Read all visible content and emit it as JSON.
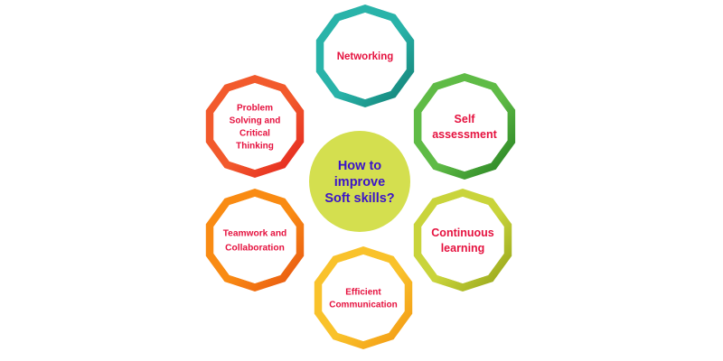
{
  "center": {
    "lines": [
      "How to",
      "improve",
      "Soft skills?"
    ],
    "fill": "#d4df4f",
    "text_color": "#3a13c9"
  },
  "nodes": [
    {
      "id": "networking",
      "lines": [
        "Networking"
      ],
      "colors": [
        "#29b3a9",
        "#0f7a6e"
      ]
    },
    {
      "id": "self-assessment",
      "lines": [
        "Self",
        "assessment"
      ],
      "colors": [
        "#5fbb46",
        "#1f7a1d"
      ]
    },
    {
      "id": "continuous-learning",
      "lines": [
        "Continuous",
        "learning"
      ],
      "colors": [
        "#c9d43b",
        "#8e9e16"
      ]
    },
    {
      "id": "efficient-communication",
      "lines": [
        "Efficient",
        "Communication"
      ],
      "colors": [
        "#f9c22b",
        "#f2920f"
      ]
    },
    {
      "id": "teamwork-collaboration",
      "lines": [
        "Teamwork and",
        "Collaboration"
      ],
      "colors": [
        "#f98b13",
        "#e54d12"
      ]
    },
    {
      "id": "problem-solving",
      "lines": [
        "Problem",
        "Solving and",
        "Critical",
        "Thinking"
      ],
      "colors": [
        "#f25a2c",
        "#e21d1d"
      ]
    }
  ],
  "label_color": "#e5123f"
}
